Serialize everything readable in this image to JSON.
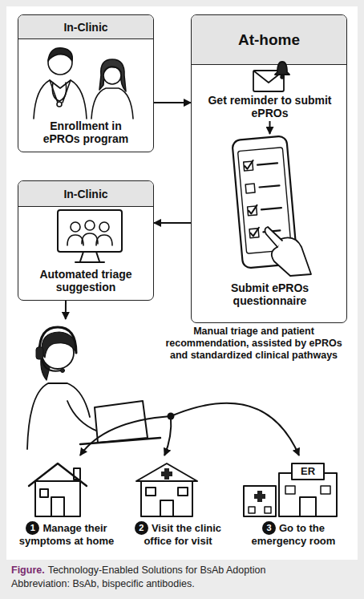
{
  "diagram": {
    "caption": "Technology-Enabled Solutions for BsAb Adoption",
    "nodes": [
      {
        "text": [
          "In-Clinic",
          "Enrollment in ePROs program"
        ]
      },
      {
        "text": [
          "At-home"
        ]
      },
      {
        "text": [
          "Get reminder to submit ePROs"
        ],
        "in": 1
      },
      {
        "text": [
          "Submit ePROs questionnaire"
        ],
        "in": 1
      },
      {
        "text": [
          "In-Clinic",
          "Automated triage suggestion"
        ]
      },
      {
        "text": [
          "Manual triage and patient recommendation, assisted by ePROs and standardized clinical pathways"
        ]
      },
      {
        "text": [
          "1",
          "Manage their symptoms at home"
        ]
      },
      {
        "text": [
          "2",
          "Visit the clinic office for visit"
        ]
      },
      {
        "text": [
          "3",
          "Go to the emergency room"
        ]
      }
    ],
    "edges": [
      {
        "from": 0,
        "to": 1,
        "arrow": "to"
      },
      {
        "from": 2,
        "to": 3,
        "arrow": "to"
      },
      {
        "from": 1,
        "to": 4,
        "arrow": "to"
      },
      {
        "from": 4,
        "to": 5,
        "arrow": "to"
      },
      {
        "from": 5,
        "to": 6,
        "arrow": "to"
      },
      {
        "from": 5,
        "to": 7,
        "arrow": "to"
      },
      {
        "from": 5,
        "to": 8,
        "arrow": "to"
      }
    ],
    "labels": [
      "ER",
      "Figure.",
      "Abbreviation: BsAb, bispecific antibodies."
    ]
  }
}
